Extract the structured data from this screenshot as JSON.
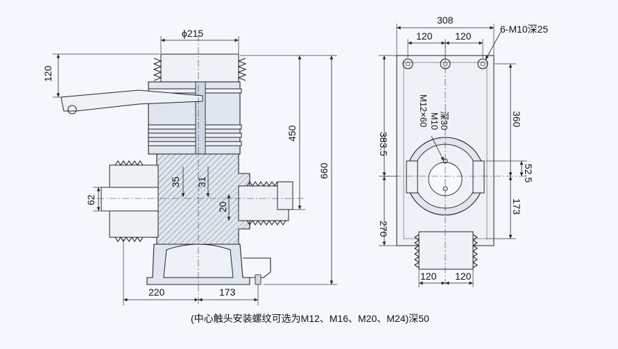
{
  "left_view": {
    "dim_diameter": "ϕ215",
    "dim_120": "120",
    "dim_450": "450",
    "dim_660": "660",
    "dim_35": "35",
    "dim_31": "31",
    "dim_62": "62",
    "dim_20": "20",
    "dim_220": "220",
    "dim_173": "173"
  },
  "right_view": {
    "dim_308": "308",
    "dim_top_120_a": "120",
    "dim_top_120_b": "120",
    "hole_note": "6-M10深25",
    "dim_383_5": "383.5",
    "dim_360": "360",
    "thread_note_1": "M10",
    "thread_note_2": "深30",
    "thread_note_3": "M12×60",
    "dim_52_5": "52.5",
    "dim_173": "173",
    "dim_270": "270",
    "dim_bottom_120_a": "120",
    "dim_bottom_120_b": "120"
  },
  "caption": "(中心触头安装螺纹可选为M12、M16、M20、M24)深50"
}
